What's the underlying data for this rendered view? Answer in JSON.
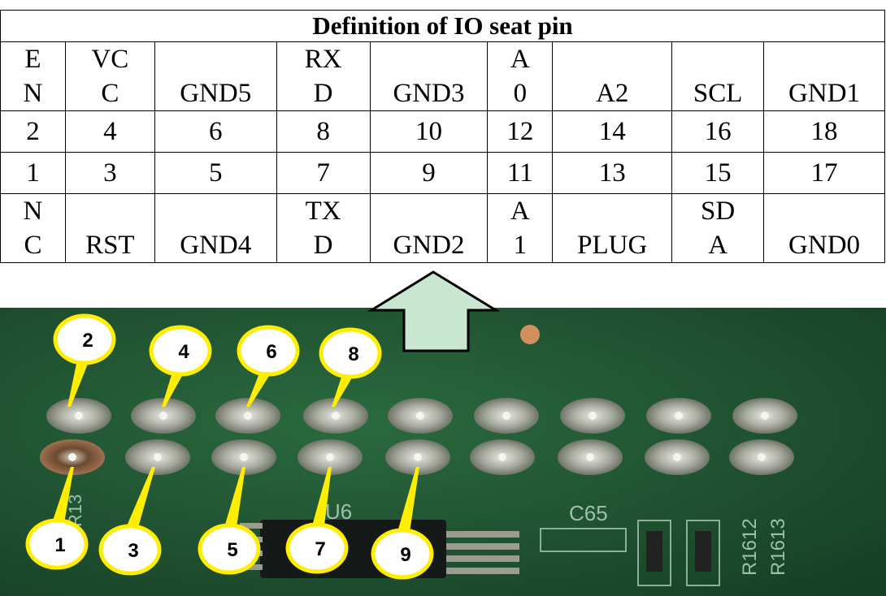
{
  "table": {
    "title": "Definition of IO seat pin",
    "even_labels": [
      "E\nN",
      "VC\nC",
      "GND5",
      "RX\nD",
      "GND3",
      "A\n0",
      "A2",
      "SCL",
      "GND1"
    ],
    "even_pins": [
      "2",
      "4",
      "6",
      "8",
      "10",
      "12",
      "14",
      "16",
      "18"
    ],
    "odd_pins": [
      "1",
      "3",
      "5",
      "7",
      "9",
      "11",
      "13",
      "15",
      "17"
    ],
    "odd_labels": [
      "N\nC",
      "RST",
      "GND4",
      "TX\nD",
      "GND2",
      "A\n1",
      "PLUG",
      "SD\nA",
      "GND0"
    ]
  },
  "photo": {
    "callouts_top": [
      "2",
      "4",
      "6",
      "8"
    ],
    "callouts_bottom": [
      "1",
      "3",
      "5",
      "7",
      "9"
    ],
    "silkscreen": [
      "U6",
      "C65",
      "R13",
      "R1612",
      "R1613"
    ]
  },
  "colors": {
    "arrow_fill": "#c8e6d0",
    "pcb": "#1f5a34",
    "callout": "#ffee00"
  }
}
